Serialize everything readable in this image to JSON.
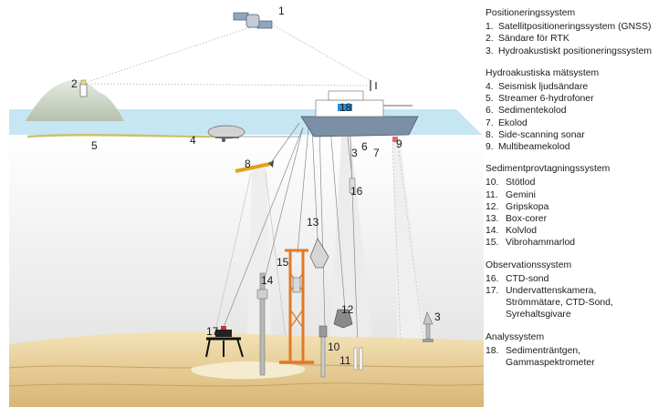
{
  "diagram_labels": {
    "l1": "1",
    "l2": "2",
    "l3a": "3",
    "l3b": "3",
    "l4": "4",
    "l5": "5",
    "l6": "6",
    "l7": "7",
    "l8": "8",
    "l9": "9",
    "l10": "10",
    "l11": "11",
    "l12": "12",
    "l13": "13",
    "l14": "14",
    "l15": "15",
    "l16": "16",
    "l17": "17",
    "l18": "18"
  },
  "legend": [
    {
      "title": "Positioneringssystem",
      "items": [
        {
          "num": "1.",
          "text": "Satellitpositioneringssystem (GNSS)"
        },
        {
          "num": "2.",
          "text": "Sändare för RTK"
        },
        {
          "num": "3.",
          "text": "Hydroakustiskt positioneringssystem"
        }
      ]
    },
    {
      "title": "Hydroakustiska mätsystem",
      "items": [
        {
          "num": "4.",
          "text": "Seismisk ljudsändare"
        },
        {
          "num": "5.",
          "text": "Streamer 6-hydrofoner"
        },
        {
          "num": "6.",
          "text": "Sedimentekolod"
        },
        {
          "num": "7.",
          "text": "Ekolod"
        },
        {
          "num": "8.",
          "text": "Side-scanning sonar"
        },
        {
          "num": "9.",
          "text": "Multibeamekolod"
        }
      ]
    },
    {
      "title": "Sedimentprovtagningssystem",
      "items": [
        {
          "num": "10.",
          "text": "Stötlod"
        },
        {
          "num": "11.",
          "text": "Gemini"
        },
        {
          "num": "12.",
          "text": "Gripskopa"
        },
        {
          "num": "13.",
          "text": "Box-corer"
        },
        {
          "num": "14.",
          "text": "Kolvlod"
        },
        {
          "num": "15.",
          "text": "Vibrohammarlod"
        }
      ]
    },
    {
      "title": "Observationssystem",
      "items": [
        {
          "num": "16.",
          "text": "CTD-sond"
        },
        {
          "num": "17.",
          "text": "Undervattenskamera, Strömmätare, CTD-Sond, Syrehaltsgivare"
        }
      ]
    },
    {
      "title": "Analyssystem",
      "items": [
        {
          "num": "18.",
          "text": "Sedimenträntgen, Gammaspektrometer"
        }
      ]
    }
  ],
  "colors": {
    "sea": "#c6e6f3",
    "seabed": "#e9d29a",
    "island": "#cdd7c6",
    "hull": "#7b8fa6",
    "frame": "#e07a24"
  }
}
